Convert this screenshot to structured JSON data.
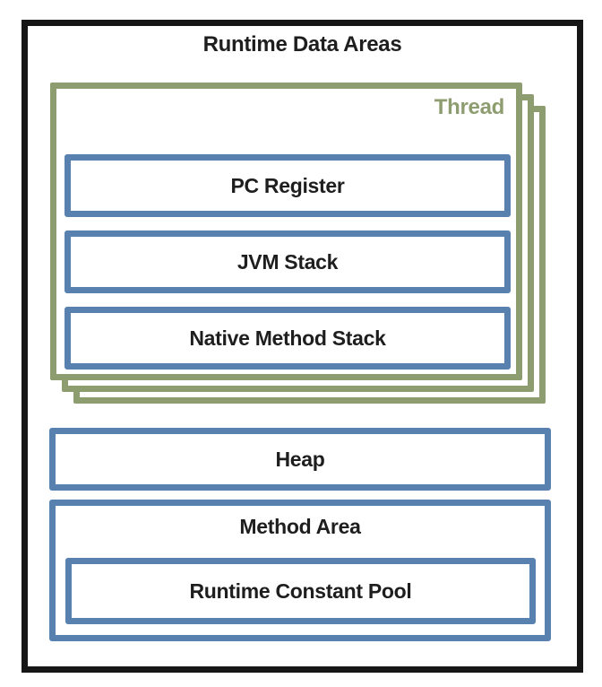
{
  "colors": {
    "thread_green": "#8E9D70",
    "box_blue": "#5881AF",
    "frame_black": "#161616",
    "text_dark": "#1E1E1E"
  },
  "diagram": {
    "title": "Runtime Data Areas",
    "thread": {
      "label": "Thread",
      "stack_count": 3,
      "boxes": [
        {
          "label": "PC Register"
        },
        {
          "label": "JVM Stack"
        },
        {
          "label": "Native Method Stack"
        }
      ]
    },
    "heap": {
      "label": "Heap"
    },
    "method_area": {
      "label": "Method Area",
      "runtime_constant_pool": {
        "label": "Runtime Constant Pool"
      }
    }
  }
}
